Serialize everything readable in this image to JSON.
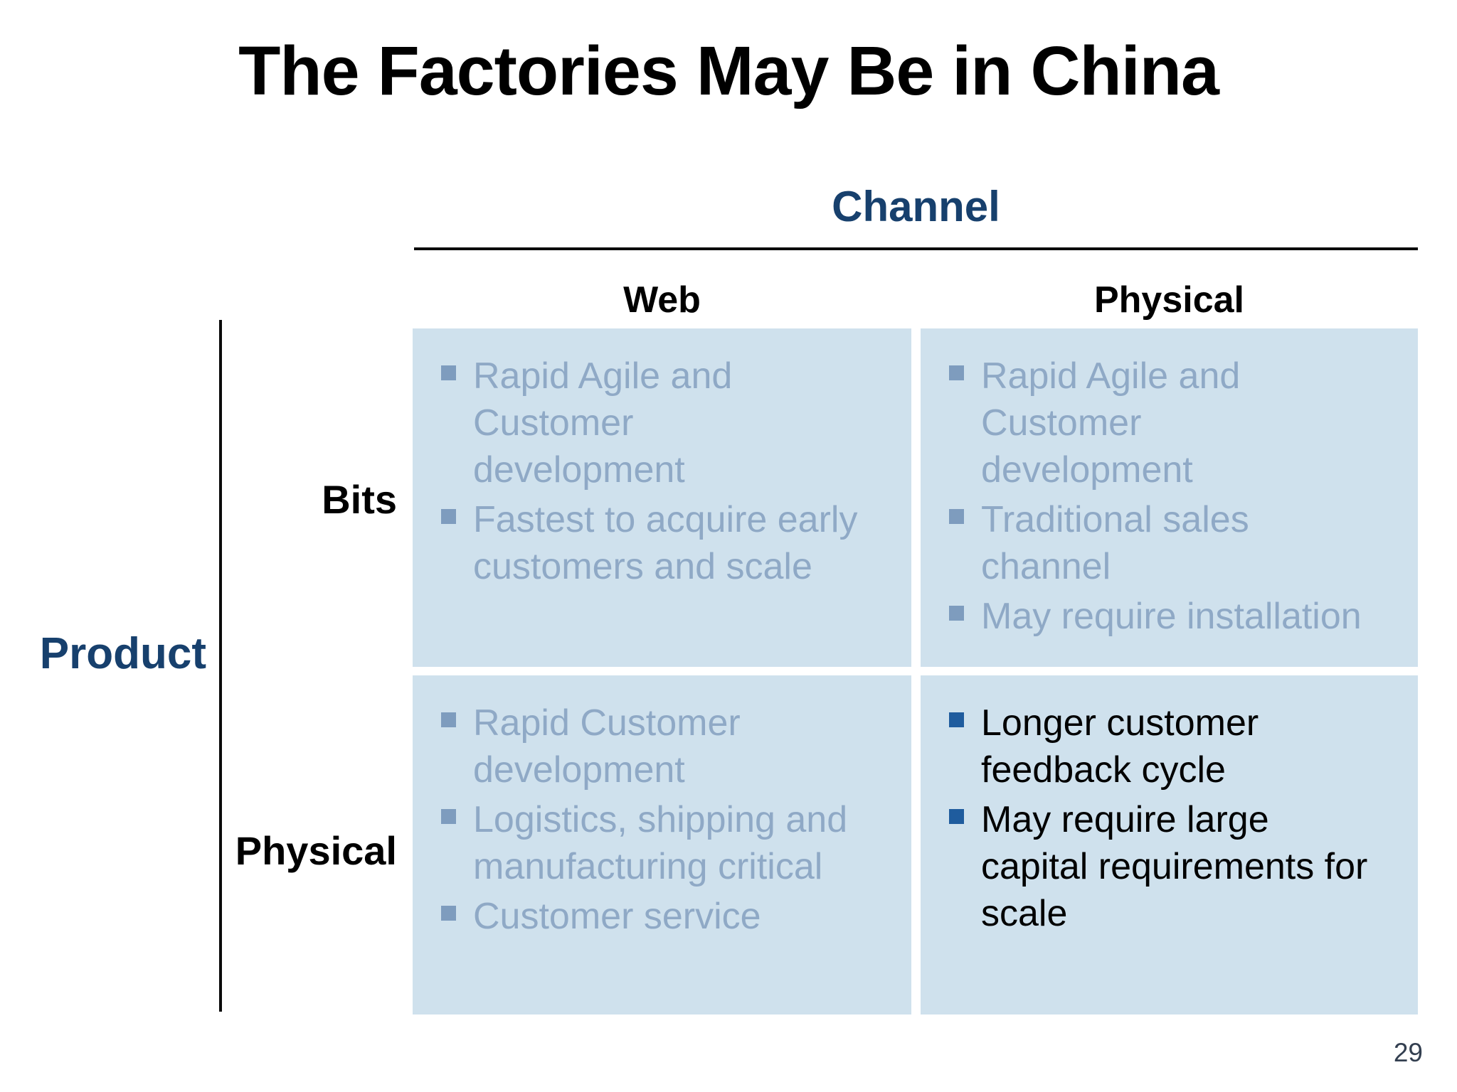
{
  "slide": {
    "title": "The Factories May Be in China",
    "page_number": "29"
  },
  "colors": {
    "navy": "#17406D",
    "quadrant_bg": "#CFE1ED",
    "muted_text": "#8FA9C6",
    "muted_bullet": "#7E9CBE",
    "dark_bullet": "#1F5C9E",
    "page_number": "#333F50"
  },
  "matrix": {
    "column_axis": {
      "label": "Channel",
      "columns": [
        "Web",
        "Physical"
      ]
    },
    "row_axis": {
      "label": "Product",
      "rows": [
        "Bits",
        "Physical"
      ]
    },
    "quadrants": [
      {
        "id": "bits-web",
        "row": "Bits",
        "column": "Web",
        "muted": true,
        "bullets": [
          {
            "lines": [
              "Rapid Agile and",
              "Customer",
              "development"
            ]
          },
          {
            "lines": [
              "Fastest to acquire early",
              "customers and scale"
            ]
          }
        ]
      },
      {
        "id": "bits-physical",
        "row": "Bits",
        "column": "Physical",
        "muted": true,
        "bullets": [
          {
            "lines": [
              "Rapid Agile and",
              "Customer",
              "development"
            ]
          },
          {
            "lines": [
              "Traditional sales",
              "channel"
            ]
          },
          {
            "lines": [
              "May require installation"
            ]
          }
        ]
      },
      {
        "id": "physical-web",
        "row": "Physical",
        "column": "Web",
        "muted": true,
        "bullets": [
          {
            "lines": [
              "Rapid Customer",
              "development"
            ]
          },
          {
            "lines": [
              "Logistics, shipping and",
              "manufacturing critical"
            ]
          },
          {
            "lines": [
              "Customer service"
            ]
          }
        ]
      },
      {
        "id": "physical-physical",
        "row": "Physical",
        "column": "Physical",
        "muted": false,
        "bullets": [
          {
            "lines": [
              "Longer customer",
              "feedback cycle"
            ]
          },
          {
            "lines": [
              "May require large",
              "capital requirements for",
              "scale"
            ]
          }
        ]
      }
    ]
  }
}
